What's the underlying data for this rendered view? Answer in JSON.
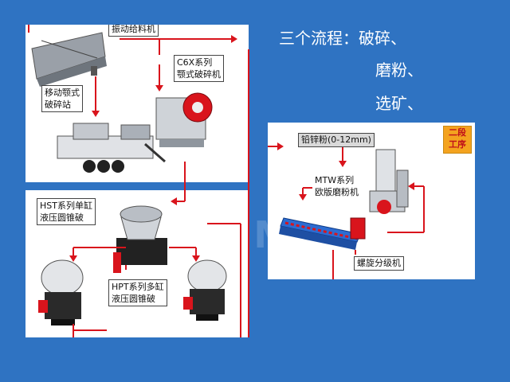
{
  "title_lines": [
    "三个流程：破碎、",
    "磨粉、",
    "选矿、"
  ],
  "left_top_labels": {
    "vibrating_feeder": "振动给料机",
    "mobile_jaw_crusher": "移动颚式\n破碎站",
    "c6x_jaw_crusher": "C6X系列\n颚式破碎机"
  },
  "left_bottom_labels": {
    "hst_cone_crusher": "HST系列单缸\n液压圆锥破",
    "hpt_cone_crusher": "HPT系列多缸\n液压圆锥破"
  },
  "right_panel": {
    "lead_zinc_powder": "铅锌粉(0-12mm)",
    "mtw_mill": "MTW系列\n欧版磨粉机",
    "spiral_classifier": "螺旋分级机",
    "stage_badge": "二段\n工序"
  },
  "watermark": "LIMI",
  "colors": {
    "background": "#2f73c2",
    "arrow": "#d9141c",
    "badge": "#f4a31f"
  }
}
